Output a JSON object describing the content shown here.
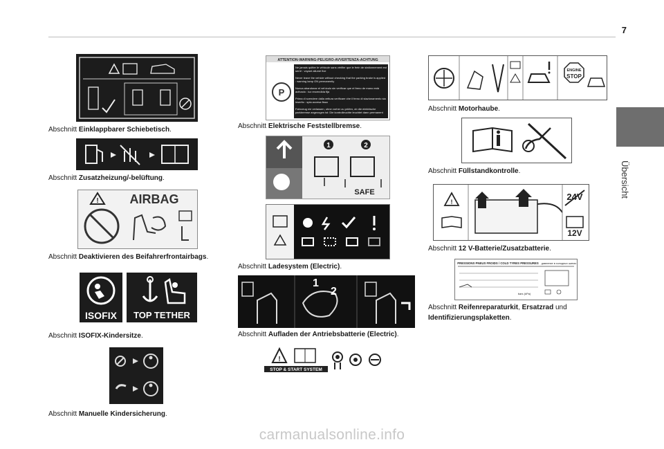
{
  "page_number": "7",
  "side_tab_label": "Übersicht",
  "section_word": "Abschnitt",
  "captions": {
    "c1": {
      "prefix": "Abschnitt",
      "bold": "Einklappbarer Schiebetisch",
      "suffix": "."
    },
    "c2": {
      "prefix": "Abschnitt",
      "bold": "Zusatzheizung/-belüftung",
      "suffix": "."
    },
    "c3": {
      "prefix": "Abschnitt",
      "bold": "Deaktivieren des Beifahrerfrontairbags",
      "suffix": "."
    },
    "c4": {
      "prefix": "Abschnitt",
      "bold": "ISOFIX-Kindersitze",
      "suffix": "."
    },
    "c5": {
      "prefix": "Abschnitt",
      "bold": "Manuelle Kindersicherung",
      "suffix": "."
    },
    "c6": {
      "prefix": "Abschnitt",
      "bold": "Elektrische Feststellbremse",
      "suffix": "."
    },
    "c7": {
      "prefix": "Abschnitt",
      "bold": "Ladesystem (Electric)",
      "suffix": "."
    },
    "c8": {
      "prefix": "Abschnitt",
      "bold": "Aufladen der Antriebsbatterie (Electric)",
      "suffix": "."
    },
    "c9": {
      "prefix": "Abschnitt",
      "bold": "Motorhaube",
      "suffix": "."
    },
    "c10": {
      "prefix": "Abschnitt",
      "bold": "Füllstandkontrolle",
      "suffix": "."
    },
    "c11": {
      "prefix": "Abschnitt",
      "bold": "12 V-Batterie/Zusatzbatterie",
      "suffix": "."
    },
    "c12a": {
      "prefix": "Abschnitt",
      "bold1": "Reifenreparaturkit",
      "mid": ", ",
      "bold2": "Ersatzrad",
      "end": " und"
    },
    "c12b": {
      "bold": "Identifizierungsplaketten",
      "suffix": "."
    }
  },
  "labels": {
    "airbag": "AIRBAG",
    "isofix": "ISOFIX",
    "top_tether": "TOP TETHER",
    "brake_header": "ATTENTION-WARNING-PELIGRO-AVVERTENZA-ACHTUNG",
    "brake_lines": [
      "Ne jamais quitter le véhicule sans vérifier que le frein de stationnement est serré : voyant allumé fixe",
      "Never leave the vehicle without checking that the parking brake is applied : warning lamp ON permanently",
      "Nunca abandonar el vehículo sin verificar que el freno de mano está activado : luz encendida fija",
      "Prima di scendere dalla vettura verificare che il freno di stazionamento sia inserito : spia accesa fissa",
      "Fahrzeug nie verlassen, ohne vorher zu prüfen, ob die elektrische parkbremse angezogen ist: Die kontrolleuchte leuchtet dann permanent"
    ],
    "safe": "SAFE",
    "step1": "1",
    "step2": "2",
    "stop_start": "STOP & START SYSTEM",
    "engine": "ENGINE",
    "stop": "STOP",
    "voltage_24": "24V",
    "voltage_12": "12V",
    "tyre_header": "PRESSIONS PNEUS FROIDS / COLD TYRES PRESSURES",
    "tyre_ru": "давление в холодных шинах",
    "tyre_units": "bars (kPa)"
  },
  "watermark": "carmanualsonline.info"
}
